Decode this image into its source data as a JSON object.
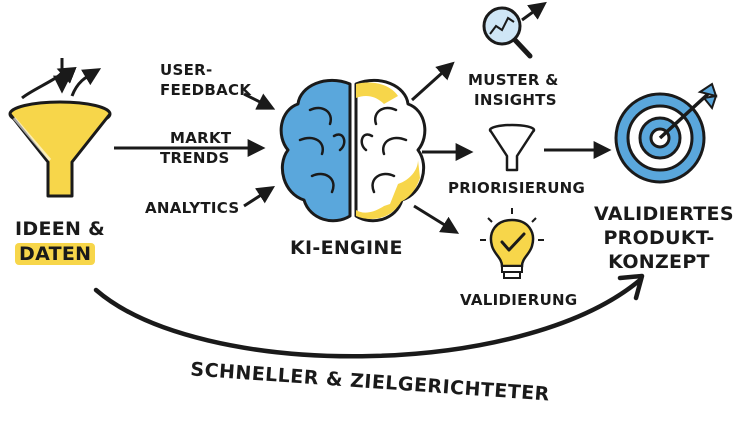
{
  "colors": {
    "ink": "#1a1a1a",
    "yellow": "#f7d64a",
    "blue": "#5aa7dc",
    "target_light": "#cfe6f6"
  },
  "inputs": {
    "funnel_label_line1": "IDEEN &",
    "funnel_label_line2": "DATEN",
    "user_feedback_line1": "USER-",
    "user_feedback_line2": "FEEDBACK",
    "market_trends_line1": "MARKT",
    "market_trends_line2": "TRENDS",
    "analytics": "ANALYTICS"
  },
  "engine": {
    "label": "KI-ENGINE"
  },
  "outputs": {
    "patterns_line1": "MUSTER &",
    "patterns_line2": "INSIGHTS",
    "prioritization": "PRIORISIERUNG",
    "validation": "VALIDIERUNG"
  },
  "result": {
    "line1": "VALIDIERTES",
    "line2": "PRODUKT-",
    "line3": "KONZEPT"
  },
  "footer": {
    "label": "SCHNELLER & ZIELGERICHTETER"
  },
  "icons": [
    "input-funnel-icon",
    "brain-icon",
    "magnifier-chart-icon",
    "small-funnel-icon",
    "lightbulb-check-icon",
    "target-arrow-icon"
  ]
}
